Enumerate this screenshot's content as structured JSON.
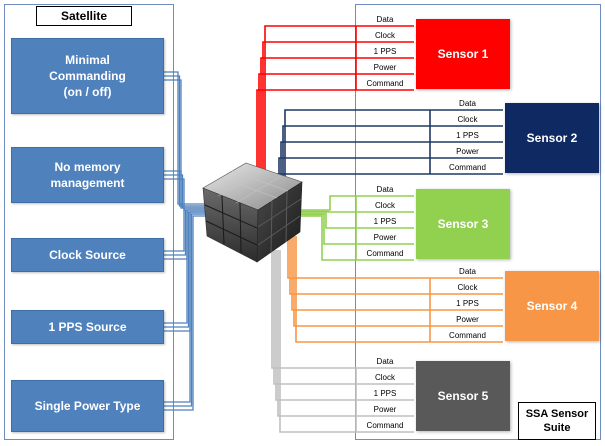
{
  "satellite": {
    "title": "Satellite",
    "boxes": [
      {
        "label": "Minimal\nCommanding\n(on / off)"
      },
      {
        "label": "No memory\nmanagement"
      },
      {
        "label": "Clock Source"
      },
      {
        "label": "1 PPS Source"
      },
      {
        "label": "Single Power Type"
      }
    ]
  },
  "signals": [
    "Data",
    "Clock",
    "1 PPS",
    "Power",
    "Command"
  ],
  "sensors": [
    {
      "label": "Sensor 1",
      "color": "#ff0000"
    },
    {
      "label": "Sensor 2",
      "color": "#0f2a63"
    },
    {
      "label": "Sensor 3",
      "color": "#92d050"
    },
    {
      "label": "Sensor 4",
      "color": "#f79646"
    },
    {
      "label": "Sensor 5",
      "color": "#595959"
    }
  ],
  "wire_colors": {
    "satellite": "#4f81bd",
    "s1": "#ff0000",
    "s2": "#1f3864",
    "s3": "#92d050",
    "s4": "#f79646",
    "s5": "#bfbfbf"
  },
  "suite_label": "SSA Sensor\nSuite"
}
